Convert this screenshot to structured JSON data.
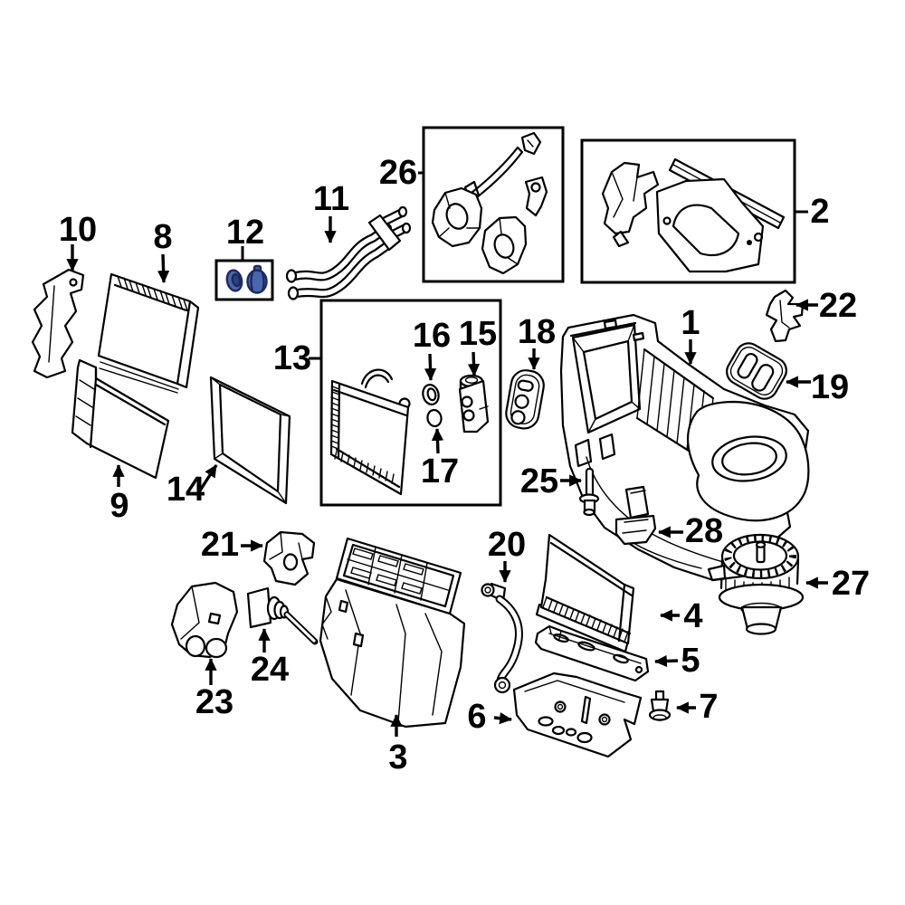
{
  "figure": {
    "kind": "exploded-parts-diagram",
    "background_color": "#ffffff",
    "line_color": "#000000",
    "highlight_fill": "#4a67ab",
    "highlight_inner": "#2a4280",
    "highlight_stroke": "#1b2a63"
  },
  "boxed_group_labels": [
    "2",
    "12",
    "13",
    "26"
  ],
  "highlighted_callout": "12",
  "callouts": [
    {
      "label": "1",
      "part": "hvac-main-housing"
    },
    {
      "label": "2",
      "part": "air-duct-set"
    },
    {
      "label": "3",
      "part": "lower-distribution-housing"
    },
    {
      "label": "4",
      "part": "cabin-air-filter"
    },
    {
      "label": "5",
      "part": "filter-bracket-rail"
    },
    {
      "label": "6",
      "part": "lower-cover-tray"
    },
    {
      "label": "7",
      "part": "retainer-stud"
    },
    {
      "label": "8",
      "part": "evaporator-core-slab"
    },
    {
      "label": "9",
      "part": "heater-core"
    },
    {
      "label": "10",
      "part": "side-bracket"
    },
    {
      "label": "11",
      "part": "heater-hose-pair"
    },
    {
      "label": "12",
      "part": "seal-grommets"
    },
    {
      "label": "13",
      "part": "evaporator-kit-box"
    },
    {
      "label": "14",
      "part": "filter-frame"
    },
    {
      "label": "15",
      "part": "expansion-valve"
    },
    {
      "label": "16",
      "part": "o-ring-large"
    },
    {
      "label": "17",
      "part": "o-ring-small"
    },
    {
      "label": "18",
      "part": "outlet-muffler"
    },
    {
      "label": "19",
      "part": "duct-gasket"
    },
    {
      "label": "20",
      "part": "drain-hose"
    },
    {
      "label": "21",
      "part": "mounting-bracket"
    },
    {
      "label": "22",
      "part": "clip-bracket"
    },
    {
      "label": "23",
      "part": "actuator-motor"
    },
    {
      "label": "24",
      "part": "temperature-sensor"
    },
    {
      "label": "25",
      "part": "push-stud"
    },
    {
      "label": "26",
      "part": "blower-scroll-kit-box"
    },
    {
      "label": "27",
      "part": "blower-motor-fan"
    },
    {
      "label": "28",
      "part": "clip-retainer"
    }
  ]
}
